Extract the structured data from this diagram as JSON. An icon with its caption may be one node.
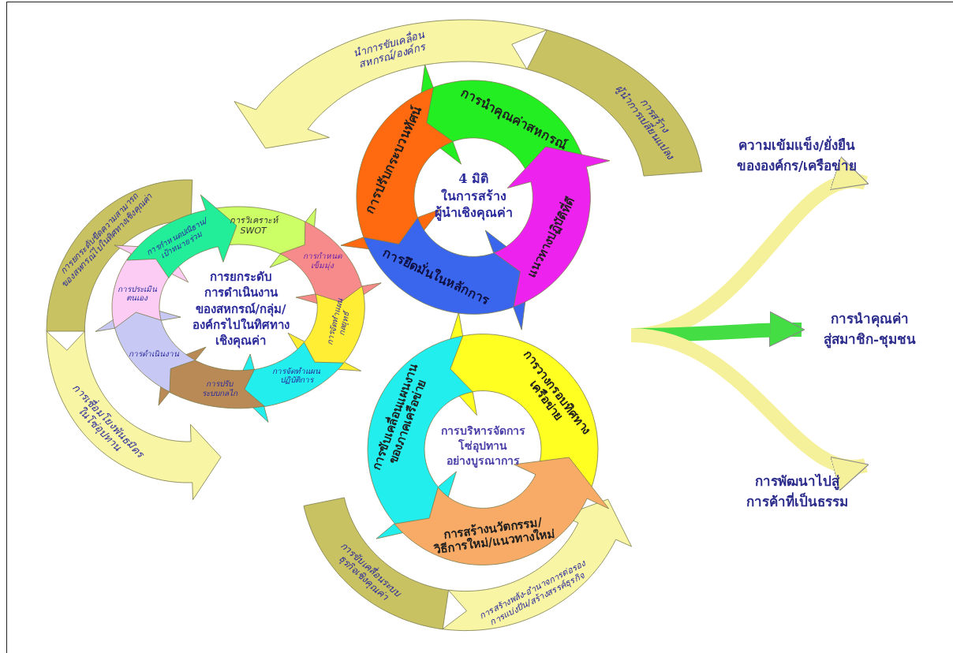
{
  "diagram": {
    "nodes": [
      {
        "text": [
          "นำการขับเคลื่อน สหกรณ์/องค์กร"
        ]
      },
      {
        "text": [
          "การสร้าง ผู้นำการเปลี่ยนแปลง"
        ]
      },
      {
        "text": [
          "4 มิติ ในการสร้าง ผู้นำเชิงคุณค่า"
        ]
      },
      {
        "text": [
          "การนำคุณค่าสหกรณ์"
        ]
      },
      {
        "text": [
          "การปรับกระบวนทัศน์"
        ]
      },
      {
        "text": [
          "การยึดมั่นในหลักการ"
        ]
      },
      {
        "text": [
          "แนวทางปฏิบัติที่ดี"
        ]
      },
      {
        "text": [
          "ความเข้มแข็ง/ยั่งยืน ขององค์กร/เครือข่าย"
        ]
      },
      {
        "text": [
          "การยกระดับขีดความสามารถ ของสหกรณ์ไปในทิศทางเชิงคุณค่า"
        ]
      },
      {
        "text": [
          "การยกระดับ การดำเนินงาน ของสหกรณ์/กลุ่ม/ องค์กรไปในทิศทาง เชิงคุณค่า"
        ]
      },
      {
        "text": [
          "การกำหนดปณิธาน/ เป้าหมายร่วม"
        ]
      },
      {
        "text": [
          "การวิเคราะห์ SWOT"
        ]
      },
      {
        "text": [
          "การกำหนด เข็มมุ่ง"
        ]
      },
      {
        "text": [
          "การจัดทำแผน กลยุทธ์"
        ]
      },
      {
        "text": [
          "การจัดทำแผน ปฏิบัติการ"
        ]
      },
      {
        "text": [
          "การปรับ ระบบกลไก"
        ]
      },
      {
        "text": [
          "การดำเนินงาน"
        ]
      },
      {
        "text": [
          "การประเมิน ตนเอง"
        ]
      },
      {
        "text": [
          "การนำคุณค่า สู่สมาชิก-ชุมชน"
        ]
      },
      {
        "text": [
          "การเชื่อมโยงพันธมิตร ในโซ่อุปทาน"
        ]
      },
      {
        "text": [
          "การบริหารจัดการ โซ่อุปทาน อย่างบูรณาการ"
        ]
      },
      {
        "text": [
          "การวางกรอบทิศทาง เครือข่าย"
        ]
      },
      {
        "text": [
          "การขับเคลื่อนแผนงาน ของภาคเครือข่าย"
        ]
      },
      {
        "text": [
          "การสร้างนวัตกรรม/ วิธีการใหม่/แนวทางใหม่"
        ]
      },
      {
        "text": [
          "การพัฒนาไปสู่ การค้าที่เป็นธรรม"
        ]
      },
      {
        "text": [
          "การขับเคลื่อนระบบ ธุรกิจเชิงคุณค่า"
        ]
      },
      {
        "text": [
          "การสร้างพลัง-อำนาจการต่อรอง การแบ่งปัน/สร้างสรรค์ธุรกิจ"
        ]
      }
    ],
    "edges": [
      {
        "from": null,
        "to": 7,
        "arrow": "to"
      },
      {
        "from": null,
        "to": 18,
        "arrow": "to",
        "color": "#44dd44"
      },
      {
        "from": null,
        "to": 24,
        "arrow": "to"
      }
    ]
  }
}
